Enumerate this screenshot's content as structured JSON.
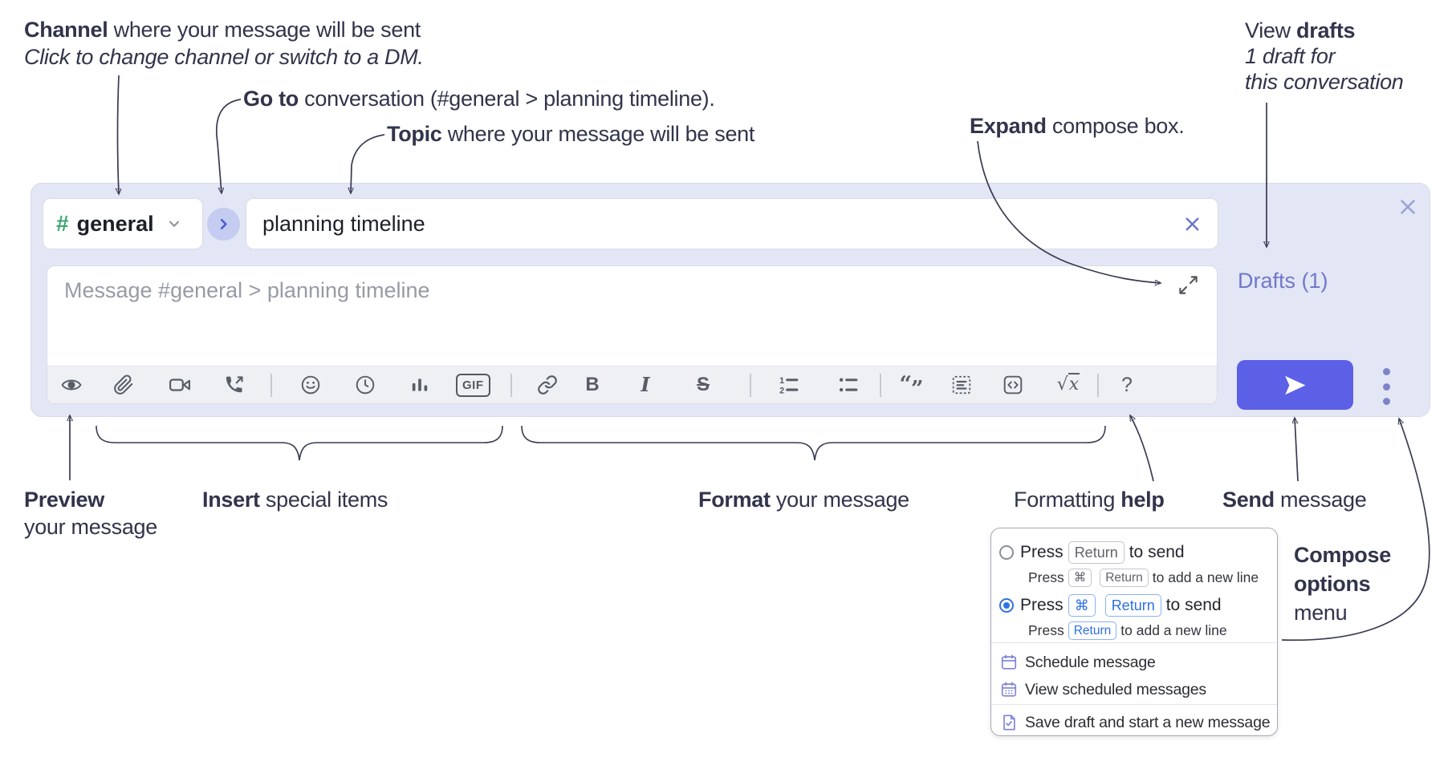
{
  "colors": {
    "accent_send": "#5c60e6",
    "compose_bg": "#e3e6f4",
    "drafts_link": "#7178ca",
    "channel_hash_green": "#3ea76f",
    "radio_selected_blue": "#2f72e3",
    "menu_icon_purple": "#7d83d6"
  },
  "annotations": {
    "channel": {
      "bold": "Channel",
      "rest": " where your message will be sent",
      "sub": "Click to change channel or switch to a DM."
    },
    "goto": {
      "bold": "Go to",
      "rest": " conversation (#general > planning timeline)."
    },
    "topic": {
      "bold": "Topic",
      "rest": " where your message will be sent"
    },
    "expand": {
      "bold": "Expand",
      "rest": " compose box."
    },
    "view_drafts": {
      "pre": "View ",
      "bold": "drafts",
      "sub1": "1 draft for",
      "sub2": "this conversation"
    },
    "preview": {
      "bold": "Preview",
      "line2": "your message"
    },
    "insert": {
      "bold": "Insert",
      "rest": " special items"
    },
    "format": {
      "bold": "Format",
      "rest": " your message"
    },
    "formatting_help": {
      "pre": "Formatting ",
      "bold": "help"
    },
    "send": {
      "bold": "Send",
      "rest": " message"
    },
    "compose_options": {
      "line1": "Compose",
      "line2": "options",
      "line3": "menu"
    }
  },
  "compose": {
    "channel": {
      "hash": "#",
      "name": "general"
    },
    "topic_value": "planning timeline",
    "message_placeholder": "Message #general > planning timeline",
    "drafts_link": "Drafts (1)",
    "toolbar": {
      "gif": "GIF",
      "bold": "B",
      "italic": "I",
      "strike": "S",
      "ol1": "1",
      "ol2": "2",
      "quote_open": "“",
      "quote_close": "”",
      "radical": "√",
      "math_x": "x",
      "help": "?",
      "icons": [
        "preview",
        "attach-file",
        "video-clip",
        "phone-call",
        "emoji",
        "recent",
        "poll",
        "gif",
        "link",
        "bold",
        "italic",
        "strikethrough",
        "ordered-list",
        "bulleted-list",
        "blockquote",
        "code-block",
        "code",
        "formula",
        "formatting-help",
        "send",
        "compose-options"
      ]
    }
  },
  "options_menu": {
    "option1": {
      "press": "Press",
      "key": "Return",
      "suffix": "to send",
      "sub_press": "Press",
      "sub_key1": "⌘",
      "sub_key2": "Return",
      "sub_suffix": "to add a new line"
    },
    "option2": {
      "press": "Press",
      "key1": "⌘",
      "key2": "Return",
      "suffix": "to send",
      "sub_press": "Press",
      "sub_key": "Return",
      "sub_suffix": "to add a new line"
    },
    "items": [
      {
        "label": "Schedule message"
      },
      {
        "label": "View scheduled messages"
      }
    ],
    "save_item": {
      "label": "Save draft and start a new message"
    }
  }
}
